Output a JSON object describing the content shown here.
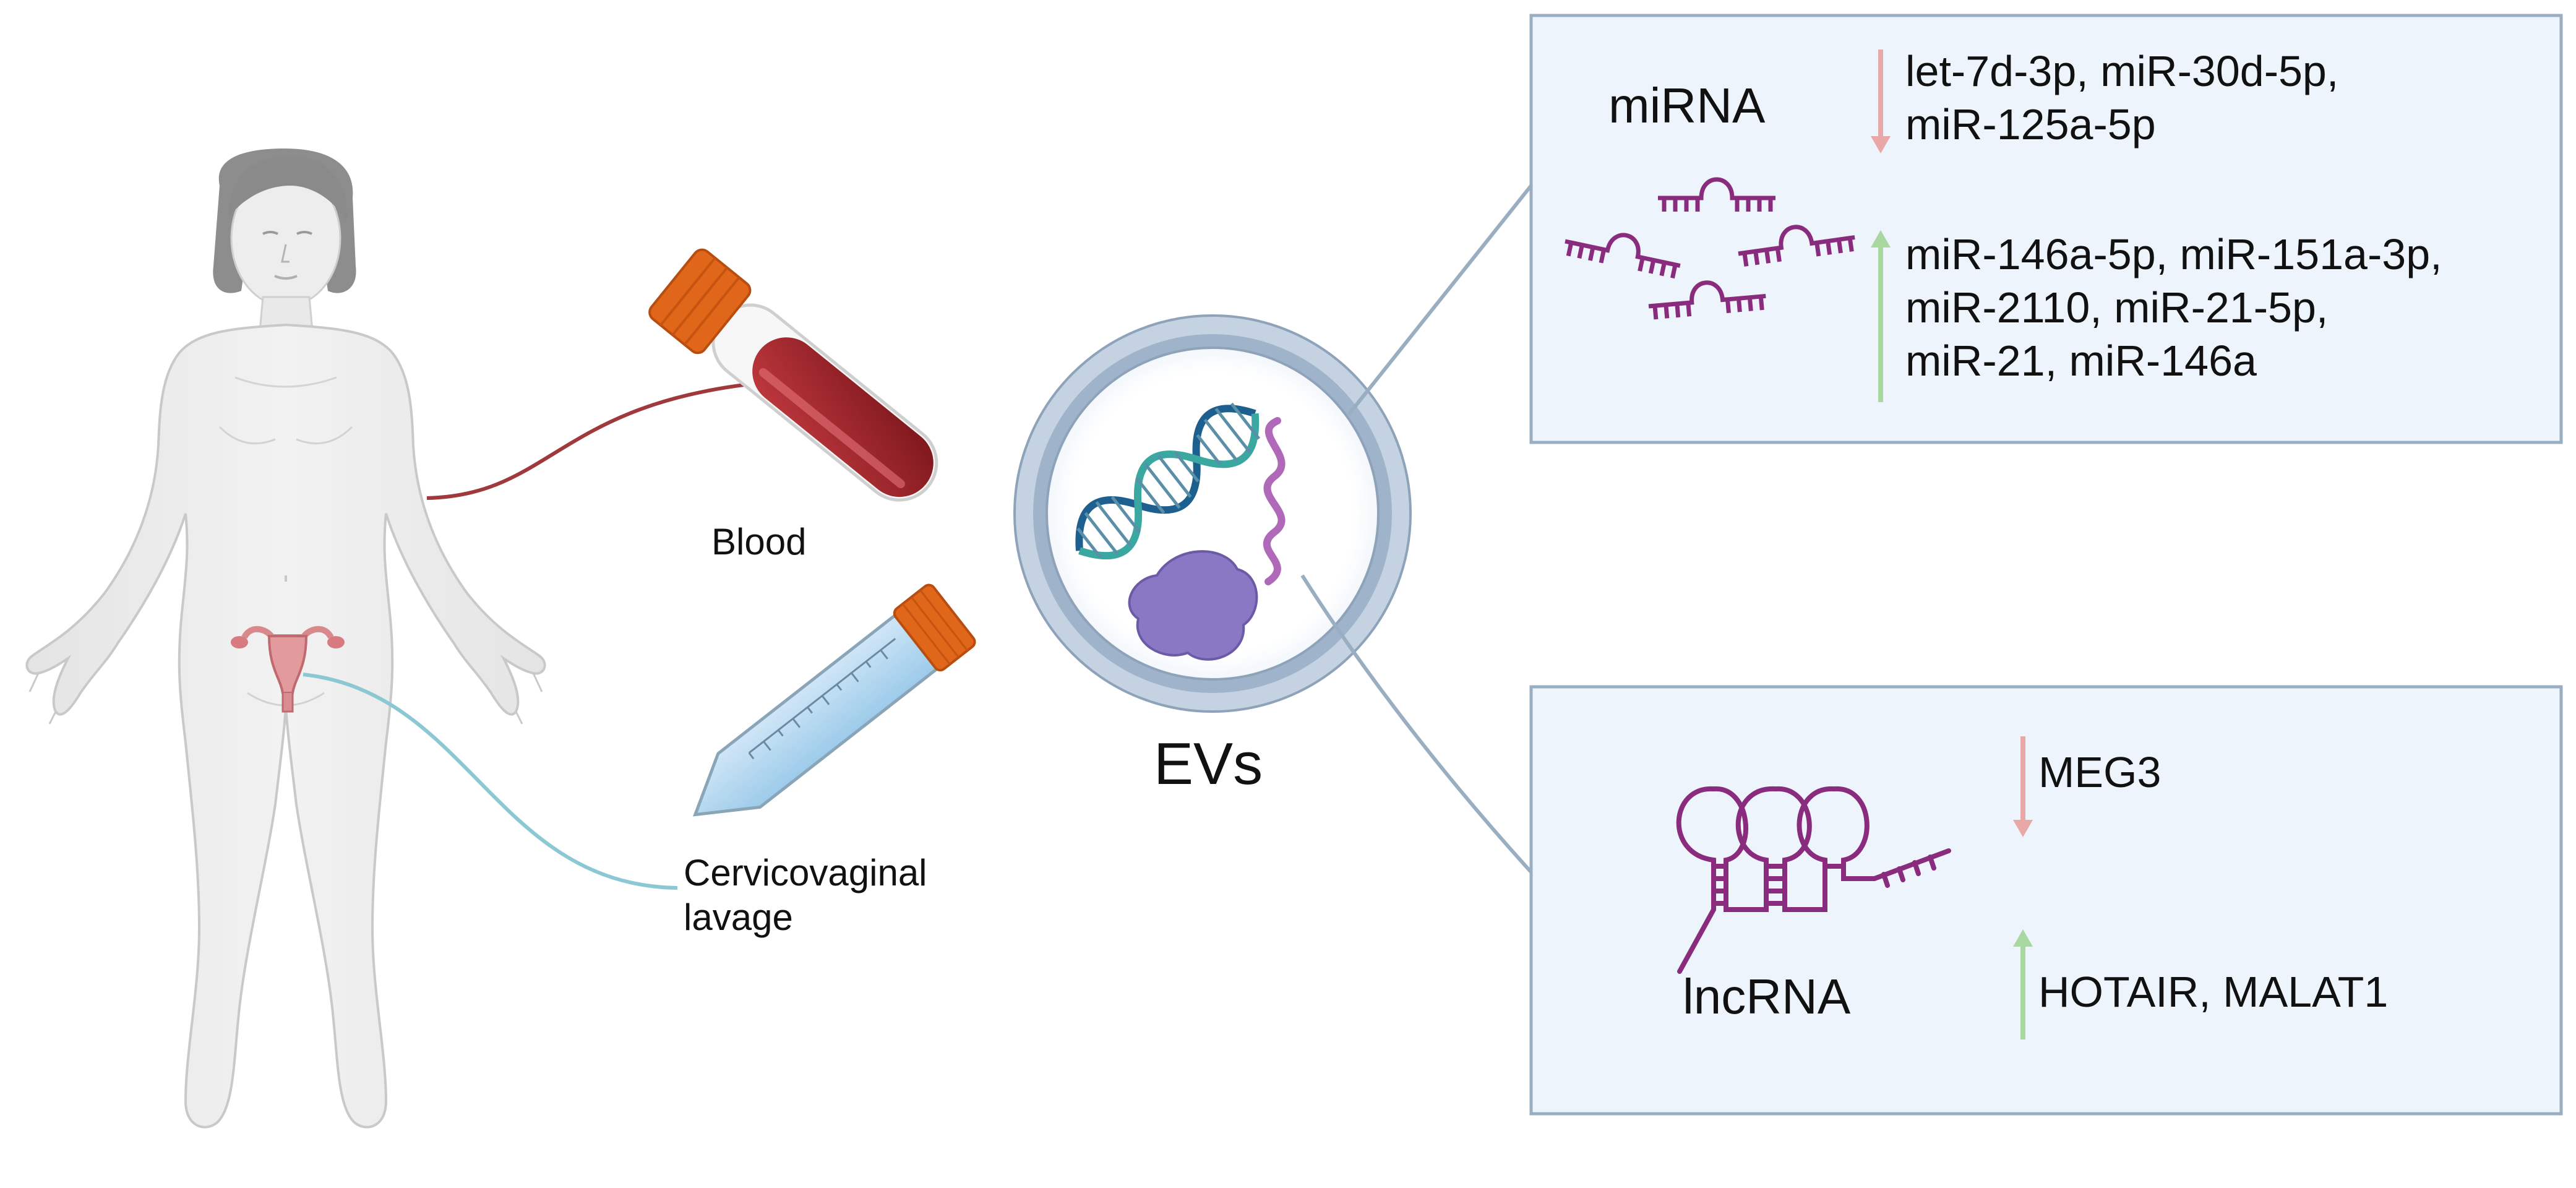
{
  "sources": {
    "blood": "Blood",
    "lavage_line1": "Cervicovaginal",
    "lavage_line2": "lavage"
  },
  "ev_label": "EVs",
  "mirna_panel": {
    "title": "miRNA",
    "down_line1": "let-7d-3p, miR-30d-5p,",
    "down_line2": "miR-125a-5p",
    "up_line1": "miR-146a-5p, miR-151a-3p,",
    "up_line2": "miR-2110, miR-21-5p,",
    "up_line3": "miR-21, miR-146a"
  },
  "lncrna_panel": {
    "title": "lncRNA",
    "down": "MEG3",
    "up": "HOTAIR, MALAT1"
  },
  "colors": {
    "panel_fill": "#eef4fb",
    "panel_border": "#9aaec2",
    "down_arrow": "#e8a8a8",
    "up_arrow": "#a8d8a0",
    "rna": "#8a2c7e",
    "blood": "#8b1e24",
    "cap": "#e06a1c",
    "dna_blue": "#1d5f8f",
    "dna_teal": "#3aa7a0",
    "protein": "#8a78c4",
    "body_fill": "#ececec"
  }
}
